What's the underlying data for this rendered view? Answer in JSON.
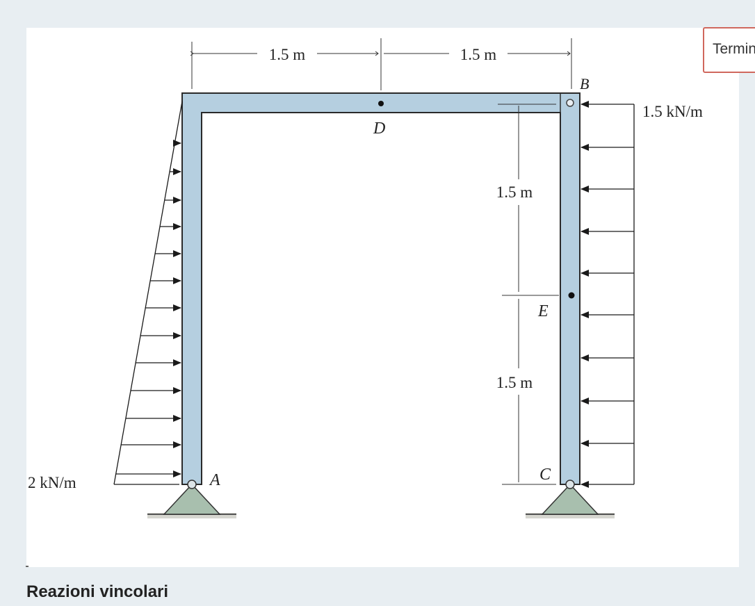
{
  "figure": {
    "dim_top_left": "1.5 m",
    "dim_top_right": "1.5 m",
    "dim_side_upper": "1.5 m",
    "dim_side_lower": "1.5 m",
    "load_left": "2 kN/m",
    "load_right": "1.5 kN/m",
    "point_a": "A",
    "point_b": "B",
    "point_c": "C",
    "point_d": "D",
    "point_e": "E",
    "colors": {
      "member": "#b5cfe0",
      "outline": "#2a2a2a",
      "support": "#a8bfae"
    }
  },
  "tab_label": "Termina",
  "section_title": "Reazioni vincolari"
}
